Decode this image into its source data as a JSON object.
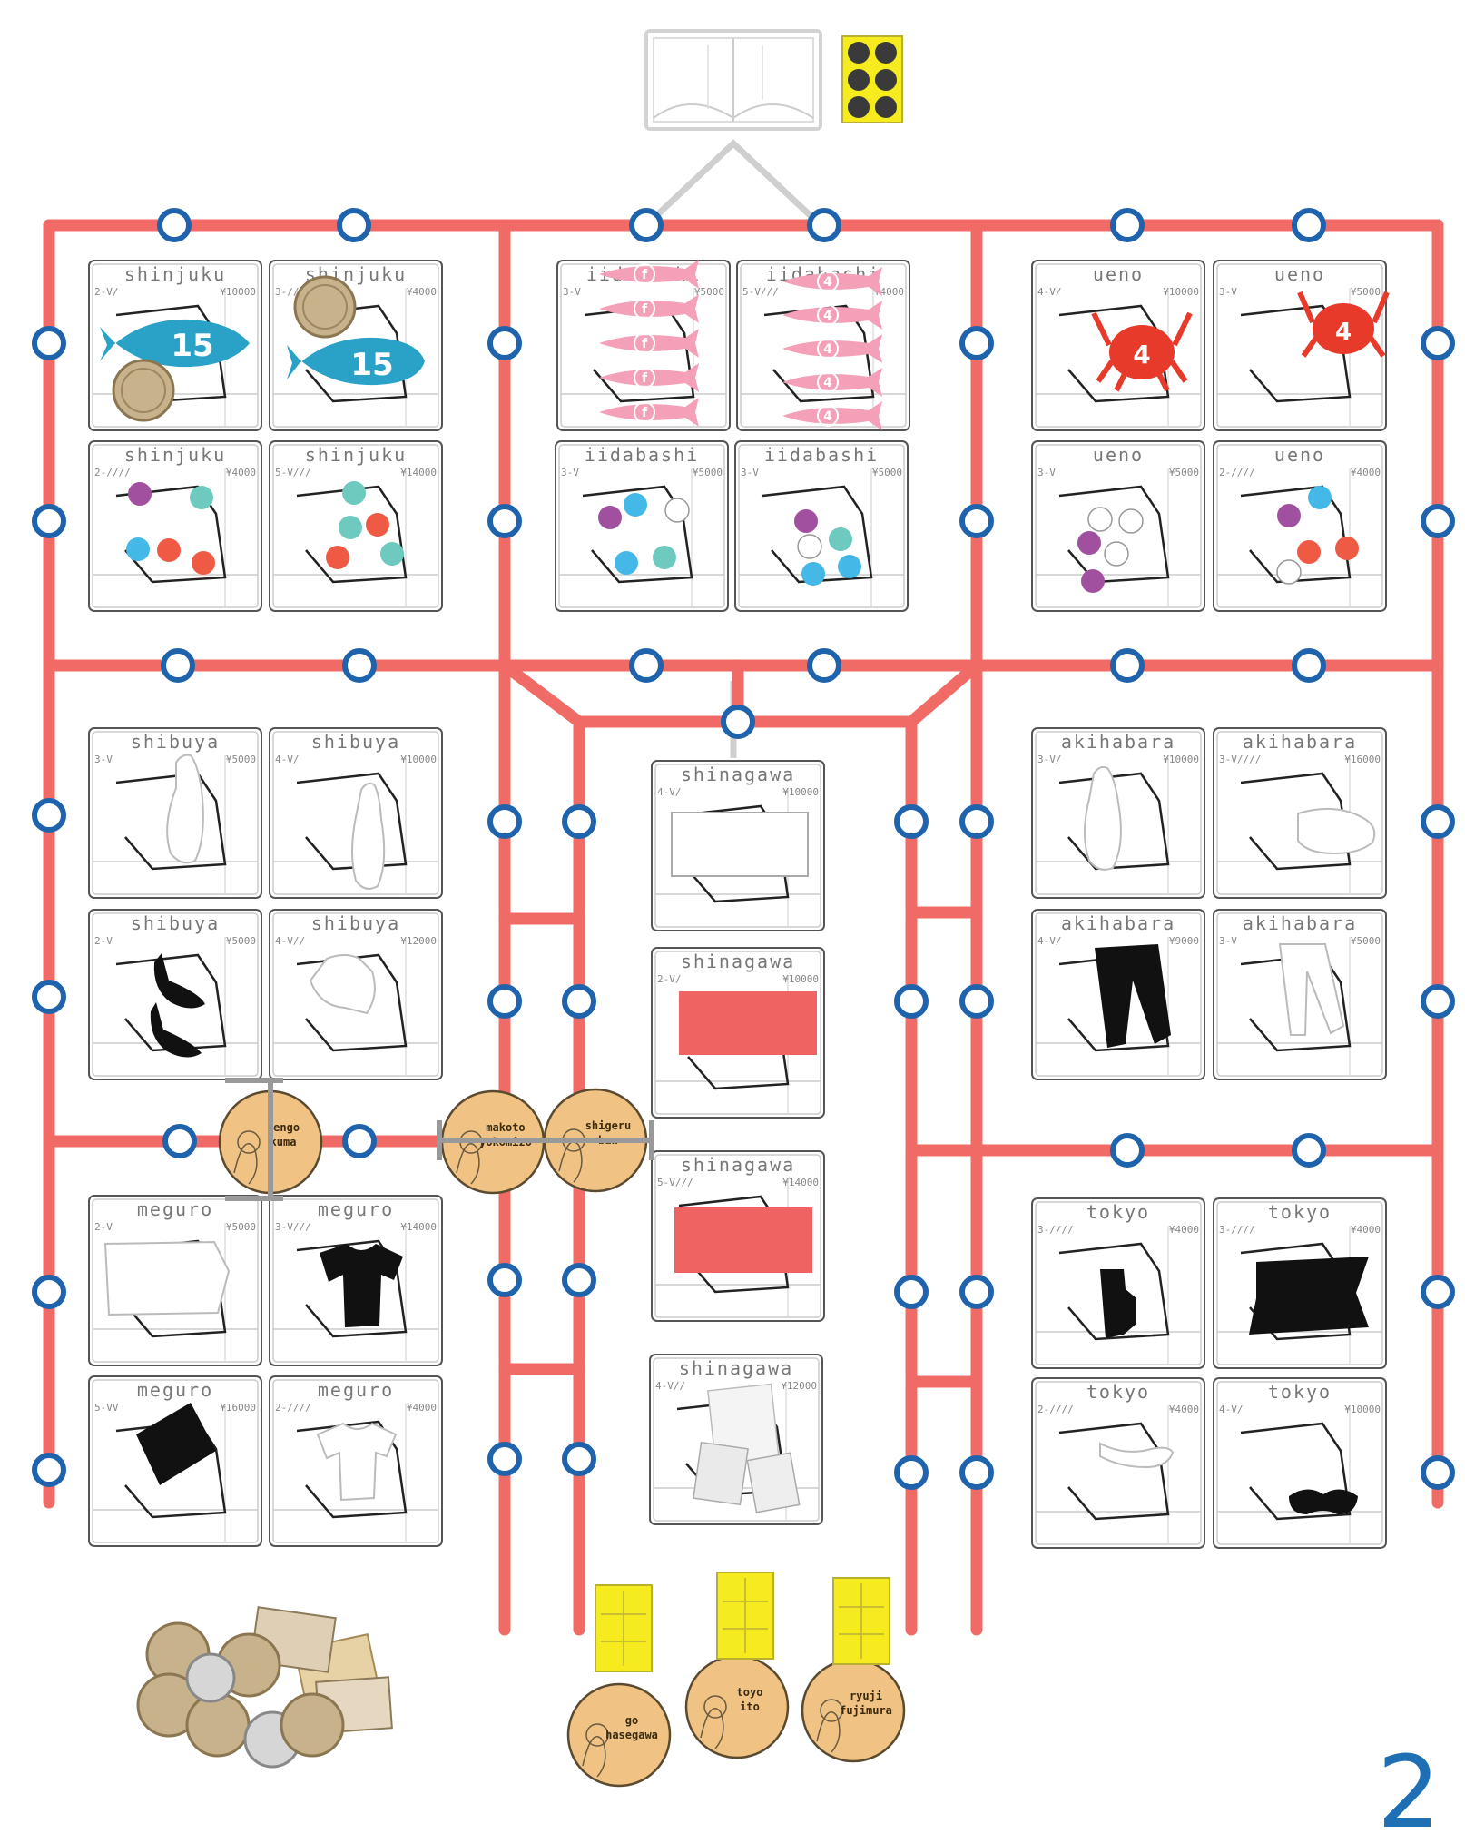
{
  "colors": {
    "track": "#f06b65",
    "station_ring": "#1f63ad",
    "card_border": "#555555",
    "coin_fill": "#f0c283",
    "tray_yellow": "#f5eb1e",
    "fish_blue": "#2aa2c8",
    "fish_pink": "#f4a0b8",
    "crab_red": "#e83a2a",
    "token_purple": "#a0509e",
    "token_teal": "#6ec9be",
    "token_cyan": "#44b8e6",
    "token_red": "#ef5a45",
    "block_red": "#ef6462"
  },
  "cards": [
    {
      "district": "shinjuku",
      "meta_left": "2-V/",
      "meta_right": "¥10000"
    },
    {
      "district": "shinjuku",
      "meta_left": "3-///",
      "meta_right": "¥4000"
    },
    {
      "district": "shinjuku",
      "meta_left": "2-////",
      "meta_right": "¥4000"
    },
    {
      "district": "shinjuku",
      "meta_left": "5-V///",
      "meta_right": "¥14000"
    },
    {
      "district": "iidabashi",
      "meta_left": "3-V",
      "meta_right": "¥5000"
    },
    {
      "district": "iidabashi",
      "meta_left": "5-V///",
      "meta_right": "¥4000"
    },
    {
      "district": "iidabashi",
      "meta_left": "3-V",
      "meta_right": "¥5000"
    },
    {
      "district": "iidabashi",
      "meta_left": "3-V",
      "meta_right": "¥5000"
    },
    {
      "district": "ueno",
      "meta_left": "4-V/",
      "meta_right": "¥10000"
    },
    {
      "district": "ueno",
      "meta_left": "3-V",
      "meta_right": "¥5000"
    },
    {
      "district": "ueno",
      "meta_left": "3-V",
      "meta_right": "¥5000"
    },
    {
      "district": "ueno",
      "meta_left": "2-////",
      "meta_right": "¥4000"
    },
    {
      "district": "shibuya",
      "meta_left": "3-V",
      "meta_right": "¥5000"
    },
    {
      "district": "shibuya",
      "meta_left": "4-V/",
      "meta_right": "¥10000"
    },
    {
      "district": "shibuya",
      "meta_left": "2-V",
      "meta_right": "¥5000"
    },
    {
      "district": "shibuya",
      "meta_left": "4-V//",
      "meta_right": "¥12000"
    },
    {
      "district": "shinagawa",
      "meta_left": "4-V/",
      "meta_right": "¥10000"
    },
    {
      "district": "shinagawa",
      "meta_left": "2-V/",
      "meta_right": "¥10000"
    },
    {
      "district": "shinagawa",
      "meta_left": "5-V///",
      "meta_right": "¥14000"
    },
    {
      "district": "shinagawa",
      "meta_left": "4-V//",
      "meta_right": "¥12000"
    },
    {
      "district": "akihabara",
      "meta_left": "3-V/",
      "meta_right": "¥10000"
    },
    {
      "district": "akihabara",
      "meta_left": "3-V////",
      "meta_right": "¥16000"
    },
    {
      "district": "akihabara",
      "meta_left": "4-V/",
      "meta_right": "¥9000"
    },
    {
      "district": "akihabara",
      "meta_left": "3-V",
      "meta_right": "¥5000"
    },
    {
      "district": "meguro",
      "meta_left": "2-V",
      "meta_right": "¥5000"
    },
    {
      "district": "meguro",
      "meta_left": "3-V///",
      "meta_right": "¥14000"
    },
    {
      "district": "meguro",
      "meta_left": "5-VV",
      "meta_right": "¥16000"
    },
    {
      "district": "meguro",
      "meta_left": "2-////",
      "meta_right": "¥4000"
    },
    {
      "district": "tokyo",
      "meta_left": "3-////",
      "meta_right": "¥4000"
    },
    {
      "district": "tokyo",
      "meta_left": "3-////",
      "meta_right": "¥4000"
    },
    {
      "district": "tokyo",
      "meta_left": "2-////",
      "meta_right": "¥4000"
    },
    {
      "district": "tokyo",
      "meta_left": "4-V/",
      "meta_right": "¥10000"
    }
  ],
  "architects": [
    {
      "line1": "kengo",
      "line2": "kuma"
    },
    {
      "line1": "makoto",
      "line2": "yokomizo"
    },
    {
      "line1": "shigeru",
      "line2": "ban"
    },
    {
      "line1": "go",
      "line2": "hasegawa"
    },
    {
      "line1": "toyo",
      "line2": "ito"
    },
    {
      "line1": "ryuji",
      "line2": "fujimura"
    }
  ],
  "fish_blue_values": [
    "15",
    "15"
  ],
  "fish_pink_left_values": [
    "f",
    "f",
    "f",
    "f",
    "f"
  ],
  "fish_pink_right_values": [
    "4",
    "4",
    "4",
    "4",
    "4"
  ],
  "crab_values": [
    "4",
    "4"
  ],
  "page_number": "2"
}
